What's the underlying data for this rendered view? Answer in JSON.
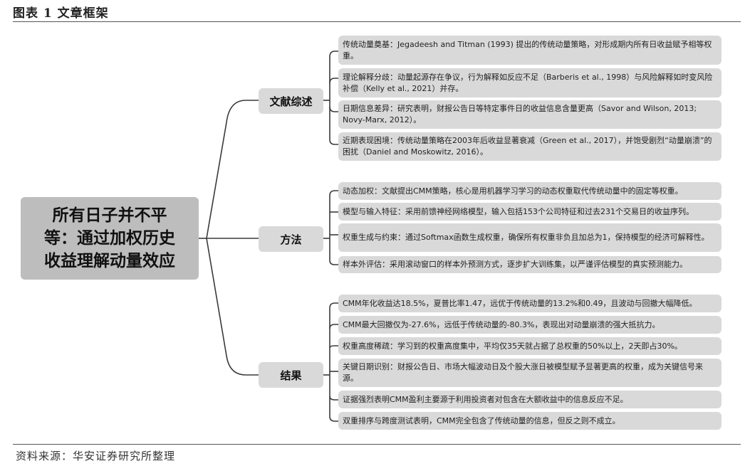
{
  "figure": {
    "title": "图表 1  文章框架",
    "source": "资料来源：华安证券研究所整理"
  },
  "root": {
    "label": "所有日子并不平等：通过加权历史收益理解动量效应"
  },
  "branches": [
    {
      "label": "文献综述",
      "leaves": [
        "传统动量奠基：Jegadeesh and Titman (1993) 提出的传统动量策略，对形成期内所有日收益赋予相等权重。",
        "理论解释分歧：动量起源存在争议，行为解释如反应不足（Barberis et al., 1998）与风险解释如时变风险补偿（Kelly et al., 2021）并存。",
        "日期信息差异：研究表明，财报公告日等特定事件日的收益信息含量更高（Savor and Wilson, 2013; Novy-Marx, 2012）。",
        "近期表现困境：传统动量策略在2003年后收益显著衰减（Green et al., 2017），并饱受剧烈“动量崩溃”的困扰（Daniel and Moskowitz, 2016）。"
      ]
    },
    {
      "label": "方法",
      "leaves": [
        "动态加权：文献提出CMM策略，核心是用机器学习学习的动态权重取代传统动量中的固定等权重。",
        "模型与输入特征：采用前馈神经网络模型，输入包括153个公司特征和过去231个交易日的收益序列。",
        "权重生成与约束：通过Softmax函数生成权重，确保所有权重非负且加总为1，保持模型的经济可解释性。",
        "样本外评估：采用滚动窗口的样本外预测方式，逐步扩大训练集，以严谨评估模型的真实预测能力。"
      ]
    },
    {
      "label": "结果",
      "leaves": [
        "CMM年化收益达18.5%，夏普比率1.47，远优于传统动量的13.2%和0.49，且波动与回撤大幅降低。",
        "CMM最大回撤仅为-27.6%，远低于传统动量的-80.3%，表现出对动量崩溃的强大抵抗力。",
        "权重高度稀疏：学习到的权重高度集中，平均仅35天就占据了总权重的50%以上，2天即占30%。",
        "关键日期识别：财报公告日、市场大幅波动日及个股大涨日被模型赋予显著更高的权重，成为关键信号来源。",
        "证据强烈表明CMM盈利主要源于利用投资者对包含在大额收益中的信息反应不足。",
        "双重排序与跨度测试表明，CMM完全包含了传统动量的信息，但反之则不成立。"
      ]
    }
  ]
}
